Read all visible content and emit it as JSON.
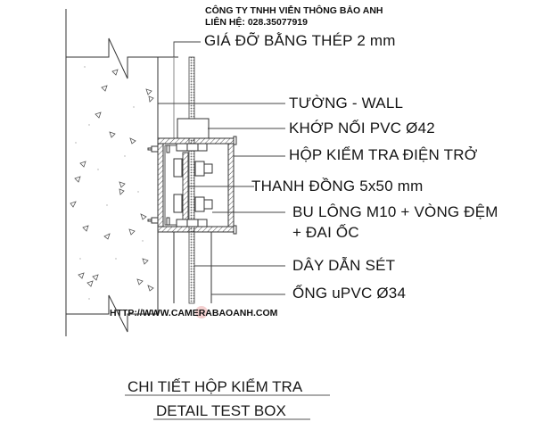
{
  "header": {
    "company_name": "CÔNG TY TNHH VIỄN THÔNG BẢO ANH",
    "contact": "LIÊN HỆ: 028.35077919"
  },
  "callouts": [
    {
      "id": "support-bracket",
      "text": "GIÁ ĐỠ BẰNG THÉP 2 mm"
    },
    {
      "id": "wall",
      "text": "TƯỜNG - WALL"
    },
    {
      "id": "pvc-coupling",
      "text": "KHỚP NỐI PVC Ø42"
    },
    {
      "id": "test-box",
      "text": "HỘP KIỂM TRA  ĐIỆN TRỞ"
    },
    {
      "id": "copper-bar",
      "text": "THANH ĐỒNG 5x50 mm"
    },
    {
      "id": "bolt-line1",
      "text": "BU LÔNG M10 + VÒNG ĐỆM"
    },
    {
      "id": "bolt-line2",
      "text": "+ ĐAI ỐC"
    },
    {
      "id": "down-conductor",
      "text": "DÂY DẪN SÉT"
    },
    {
      "id": "upvc-pipe",
      "text": "ỐNG uPVC Ø34"
    }
  ],
  "watermark": {
    "url": "HTTP://WWW.CAMERABAOANH.COM"
  },
  "title_block": {
    "title_vi": "CHI TIẾT HỘP KIỂM TRA",
    "title_en": "DETAIL TEST BOX"
  },
  "colors": {
    "line": "#333333",
    "hatch": "#555555",
    "text": "#111111",
    "background": "#ffffff"
  }
}
